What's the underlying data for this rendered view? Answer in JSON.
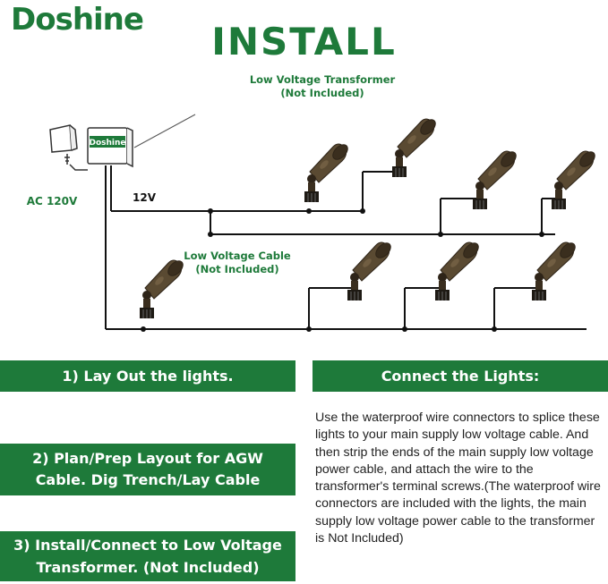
{
  "brand": {
    "logo_text": "Doshine",
    "box_label": "Doshine"
  },
  "header": {
    "title": "INSTALL"
  },
  "diagram": {
    "transformer_label_1": "Low Voltage Transformer",
    "transformer_label_2": "(Not Included)",
    "ac_label": "AC 120V",
    "v12_label": "12V",
    "cable_label_1": "Low Voltage Cable",
    "cable_label_2": "(Not Included)"
  },
  "steps": {
    "step1": "1)   Lay Out the lights.",
    "step2_line1": "2)   Plan/Prep Layout for AGW",
    "step2_line2": "Cable. Dig Trench/Lay Cable",
    "step3_line1": "3)  Install/Connect to Low Voltage",
    "step3_line2": "Transformer.  (Not Included)"
  },
  "connect": {
    "heading": "Connect the Lights:",
    "description": "Use the waterproof wire connectors to splice these lights to your main supply low voltage cable. And then strip the ends of the main supply low voltage power cable, and attach the wire to the transformer's terminal screws.(The waterproof wire connectors are included with the lights, the main supply low voltage power cable to the transformer is Not Included)"
  },
  "colors": {
    "brand_green": "#1e7a3a",
    "wire": "#111111",
    "bronze": "#5a4a32"
  }
}
